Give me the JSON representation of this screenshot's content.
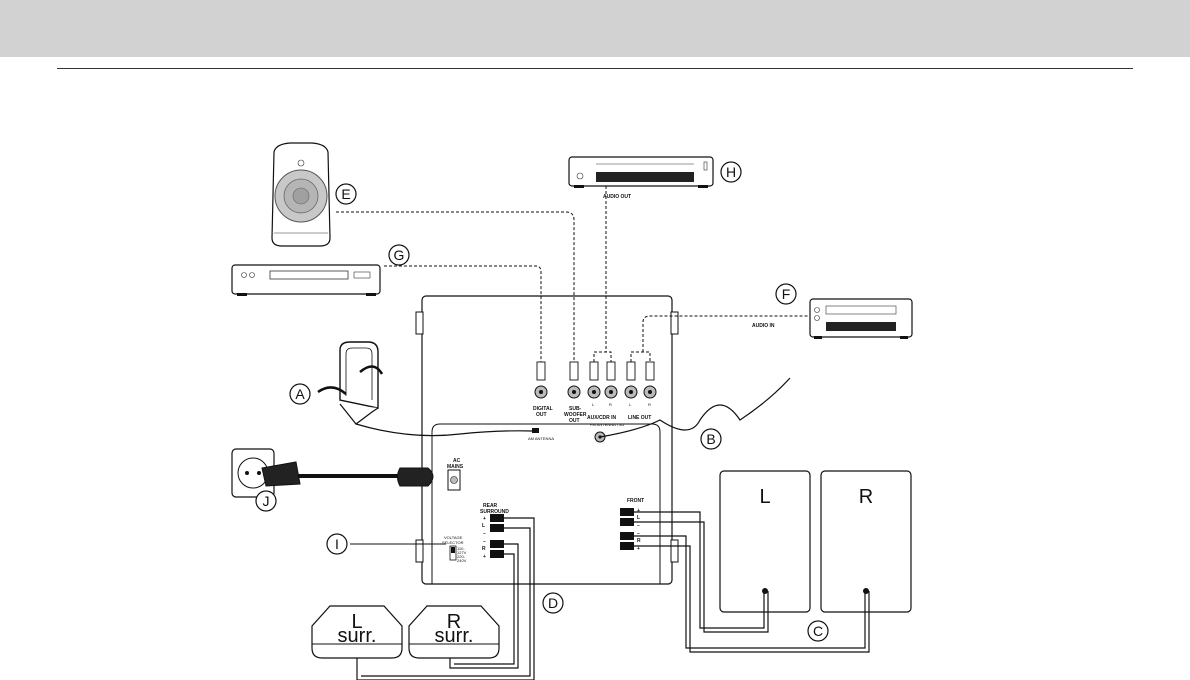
{
  "labels": {
    "A": "A",
    "B": "B",
    "C": "C",
    "D": "D",
    "E": "E",
    "F": "F",
    "G": "G",
    "H": "H",
    "I": "I",
    "J": "J"
  },
  "device_text": {
    "audio_out": "AUDIO OUT",
    "audio_in": "AUDIO IN"
  },
  "panel_text": {
    "digital_out_1": "DIGITAL",
    "digital_out_2": "OUT",
    "subwoofer_out_1": "SUB-",
    "subwoofer_out_2": "WOOFER",
    "subwoofer_out_3": "OUT",
    "auxcdr_in": "AUX/CDR IN",
    "line_out": "LINE OUT",
    "jack_l1": "L",
    "jack_r1": "R",
    "jack_l2": "L",
    "jack_r2": "R",
    "am_antenna": "AM ANTENNA",
    "fm_antenna": "FM ANTENNA 75Ω",
    "ac_mains_1": "AC",
    "ac_mains_2": "MAINS",
    "rear_surround_1": "REAR",
    "rear_surround_2": "SURROUND",
    "front": "FRONT",
    "voltage_selector_1": "VOLTAGE",
    "voltage_selector_2": "SELECTOR",
    "v110": "110-",
    "v127": "127V",
    "v220": "220-",
    "v240": "240V",
    "rear_l": "L",
    "rear_r": "R",
    "front_l": "L",
    "front_r": "R",
    "plus_1": "+",
    "minus_1": "–",
    "plus_2": "+",
    "minus_2": "–",
    "plus_3": "+",
    "minus_3": "–",
    "plus_4": "+",
    "minus_4": "–"
  },
  "speakers": {
    "front_left": "L",
    "front_right": "R",
    "surround_left_1": "L",
    "surround_left_2": "surr.",
    "surround_right_1": "R",
    "surround_right_2": "surr."
  }
}
